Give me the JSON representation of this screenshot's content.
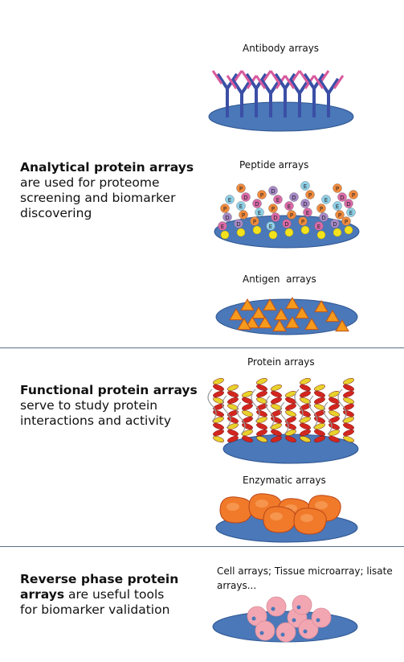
{
  "sections": [
    {
      "bold": "Analytical protein arrays",
      "text": " are used for proteome screening and biomarker discovering"
    },
    {
      "bold": "Functional protein arrays",
      "text": " serve to study protein interactions and activity"
    },
    {
      "bold": "Reverse phase protein arrays",
      "text": " are useful tools for biomarker validation"
    }
  ],
  "arrays": {
    "antibody": "Antibody arrays",
    "peptide": "Peptide arrays",
    "antigen": "Antigen  arrays",
    "protein": "Protein arrays",
    "enzymatic": "Enzymatic arrays",
    "cell": "Cell arrays; Tissue microarray; lisate arrays..."
  },
  "peptide_bead_letters": [
    "P",
    "E",
    "D"
  ],
  "colors": {
    "disk": "#4a78b9",
    "disk_edge": "#2e5590",
    "divider": "#5a6f86",
    "antibody_blue": "#3b4fa6",
    "antibody_pink": "#d85a9e",
    "bead_orange": "#f08a3c",
    "bead_pink": "#d96aa8",
    "bead_violet": "#a789c9",
    "bead_cyan": "#8fd0e8",
    "bead_yellow": "#f4e21d",
    "antigen_orange": "#f59a1d",
    "antigen_edge": "#c0541a",
    "helix_red": "#d3261f",
    "helix_yellow": "#e8d22b",
    "enzyme": "#f07a2a",
    "enzyme_dark": "#b8461a",
    "cell": "#f2a6b2",
    "cell_nucleus": "#4a78b9"
  }
}
